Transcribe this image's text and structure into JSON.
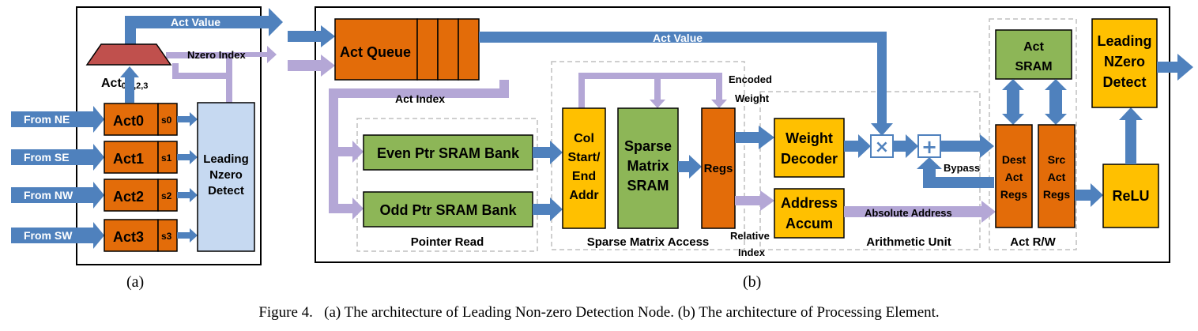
{
  "panel_a": {
    "sub_label": "(a)",
    "act_value": "Act Value",
    "nzero_index": "Nzero Index",
    "act_mux_base": "Act",
    "act_mux_sub": "0,1,2,3",
    "inputs": [
      "From NE",
      "From SE",
      "From NW",
      "From SW"
    ],
    "acts": [
      "Act0",
      "Act1",
      "Act2",
      "Act3"
    ],
    "sels": [
      "s0",
      "s1",
      "s2",
      "s3"
    ],
    "detect": [
      "Leading",
      "Nzero",
      "Detect"
    ]
  },
  "panel_b": {
    "sub_label": "(b)",
    "act_queue": "Act Queue",
    "act_value": "Act Value",
    "act_index": "Act Index",
    "even_ptr": "Even Ptr SRAM Bank",
    "odd_ptr": "Odd Ptr SRAM Bank",
    "pointer_read": "Pointer Read",
    "col_addr": [
      "Col",
      "Start/",
      "End",
      "Addr"
    ],
    "sparse_sram": [
      "Sparse",
      "Matrix",
      "SRAM"
    ],
    "regs": "Regs",
    "sparse_access": "Sparse Matrix Access",
    "encoded_weight": [
      "Encoded",
      "Weight"
    ],
    "relative_index": [
      "Relative",
      "Index"
    ],
    "weight_decoder": [
      "Weight",
      "Decoder"
    ],
    "address_accum": [
      "Address",
      "Accum"
    ],
    "arith_unit": "Arithmetic Unit",
    "bypass": "Bypass",
    "absolute_address": "Absolute Address",
    "act_sram": [
      "Act",
      "SRAM"
    ],
    "dest_regs": [
      "Dest",
      "Act",
      "Regs"
    ],
    "src_regs": [
      "Src",
      "Act",
      "Regs"
    ],
    "act_rw": "Act R/W",
    "relu": "ReLU",
    "leading_detect": [
      "Leading",
      "NZero",
      "Detect"
    ]
  },
  "caption": "Figure 4.   (a) The architecture of Leading Non-zero Detection Node. (b) The architecture of Processing Element.",
  "colors": {
    "blue_arrow": "#4f81bd",
    "purple_arrow": "#b4a7d6",
    "orange": "#e36c09",
    "green": "#8db657",
    "yellow": "#ffc000",
    "light_blue": "#c6d9f1",
    "mux_red": "#c0504d"
  }
}
